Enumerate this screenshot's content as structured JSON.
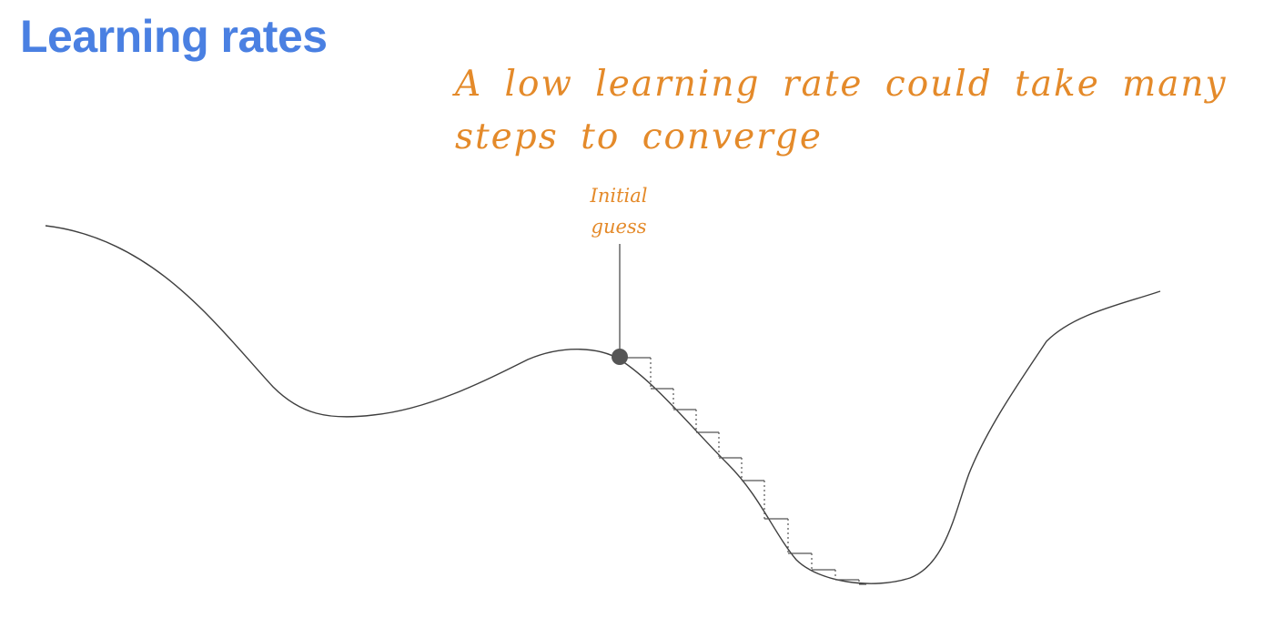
{
  "title": "Learning rates",
  "annotation": "A low learning rate could take many steps to converge",
  "callout": "Initial\nguess",
  "colors": {
    "title": "#4a80e2",
    "annotation": "#e48a2a",
    "curve": "#3f3f3f",
    "marker": "#555555",
    "steps": "#555555"
  }
}
